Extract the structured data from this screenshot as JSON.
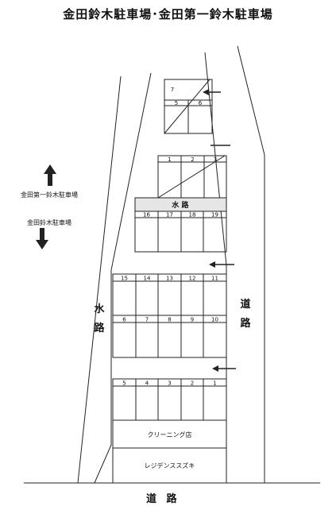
{
  "title": "金田鈴木駐車場･金田第一鈴木駐車場",
  "legend": {
    "up_label": "金田第一鈴木駐車場",
    "down_label": "金田鈴木駐車場"
  },
  "waterway_left": "水路",
  "waterway_band": "水 路",
  "road_right": "道路",
  "road_bottom": "道 路",
  "lot_numbers": {
    "top": [
      "7",
      "5",
      "6"
    ],
    "upper": [
      "1",
      "2",
      "3"
    ],
    "row16": [
      "16",
      "17",
      "18",
      "19"
    ],
    "row15": [
      "15",
      "14",
      "13",
      "12",
      "11"
    ],
    "row6": [
      "6",
      "7",
      "8",
      "9",
      "10"
    ],
    "row5": [
      "5",
      "4",
      "3",
      "2",
      "1"
    ]
  },
  "buildings": {
    "cleaning": "クリーニング店",
    "residence": "レジデンススズキ"
  }
}
